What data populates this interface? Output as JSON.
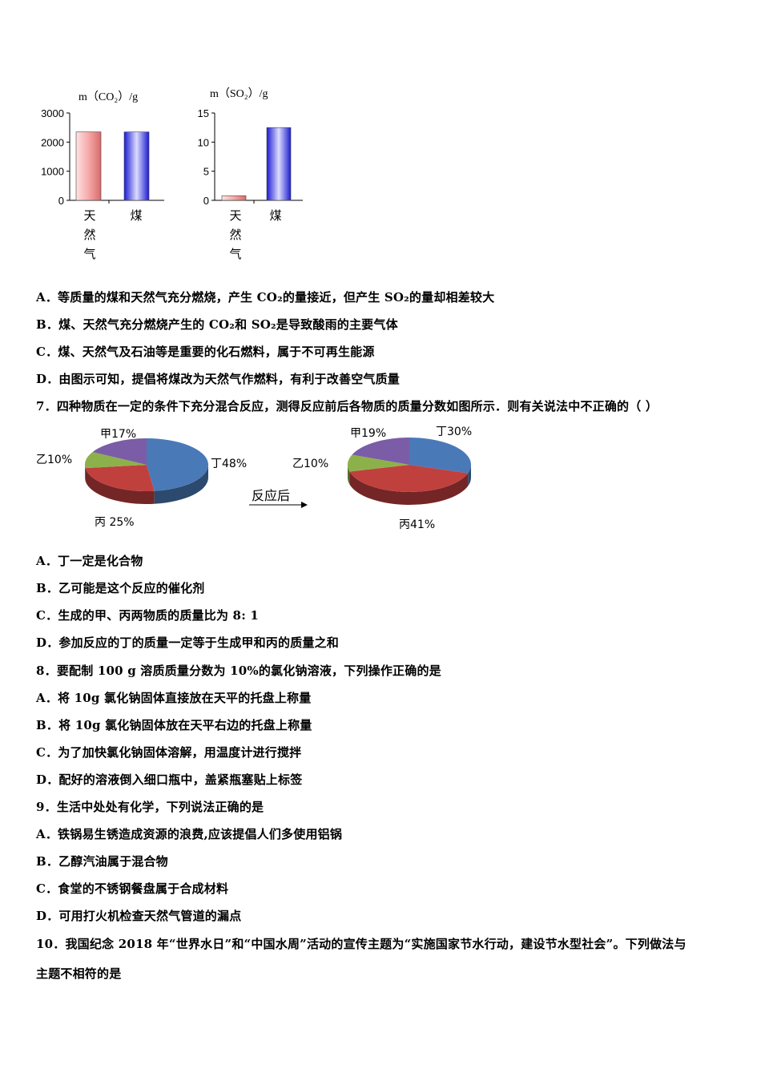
{
  "chart_data": [
    {
      "type": "bar",
      "ylabel": "m（CO₂）/g",
      "ylim": [
        0,
        3000
      ],
      "yticks": [
        "3000",
        "2000",
        "1000",
        "0"
      ],
      "categories": [
        "天然气",
        "煤"
      ],
      "values": [
        2350,
        2350
      ],
      "colors": [
        "#f4b3b3",
        "#3a3ae0"
      ]
    },
    {
      "type": "bar",
      "ylabel": "m（SO₂）/g",
      "ylim": [
        0,
        15
      ],
      "yticks": [
        "15",
        "10",
        "5",
        "0"
      ],
      "categories": [
        "天然气",
        "煤"
      ],
      "values": [
        0.8,
        12.5
      ],
      "colors": [
        "#f4b3b3",
        "#3a3ae0"
      ]
    },
    {
      "type": "pie",
      "title": "",
      "slices": [
        {
          "name": "甲",
          "value": 17,
          "label": "甲17%",
          "color": "#7a5da6"
        },
        {
          "name": "乙",
          "value": 10,
          "label": "乙10%",
          "color": "#8db14a"
        },
        {
          "name": "丙",
          "value": 25,
          "label": "丙 25%",
          "color": "#c0403e"
        },
        {
          "name": "丁",
          "value": 48,
          "label": "丁48%",
          "color": "#4a79b8"
        }
      ]
    },
    {
      "type": "pie",
      "title": "",
      "slices": [
        {
          "name": "甲",
          "value": 19,
          "label": "甲19%",
          "color": "#7a5da6"
        },
        {
          "name": "乙",
          "value": 10,
          "label": "乙10%",
          "color": "#8db14a"
        },
        {
          "name": "丙",
          "value": 41,
          "label": "丙41%",
          "color": "#c0403e"
        },
        {
          "name": "丁",
          "value": 30,
          "label": "丁30%",
          "color": "#4a79b8"
        }
      ]
    }
  ],
  "arrow_label": "反应后",
  "lines": [
    "A．等质量的煤和天然气充分燃烧，产生 CO₂的量接近，但产生 SO₂的量却相差较大",
    "B．煤、天然气充分燃烧产生的 CO₂和 SO₂是导致酸雨的主要气体",
    "C．煤、天然气及石油等是重要的化石燃料，属于不可再生能源",
    "D．由图示可知，提倡将煤改为天然气作燃料，有利于改善空气质量",
    "7．四种物质在一定的条件下充分混合反应，测得反应前后各物质的质量分数如图所示．则有关说法中不正确的（ ）",
    "A．丁一定是化合物",
    "B．乙可能是这个反应的催化剂",
    "C．生成的甲、丙两物质的质量比为 8: 1",
    "D．参加反应的丁的质量一定等于生成甲和丙的质量之和",
    "8．要配制 100 g 溶质质量分数为 10%的氯化钠溶液，下列操作正确的是",
    "A．将 10g 氯化钠固体直接放在天平的托盘上称量",
    "B．将 10g 氯化钠固体放在天平右边的托盘上称量",
    "C．为了加快氯化钠固体溶解，用温度计进行搅拌",
    "D．配好的溶液倒入细口瓶中，盖紧瓶塞贴上标签",
    "9．生活中处处有化学，下列说法正确的是",
    "A．铁锅易生锈造成资源的浪费,应该提倡人们多使用铝锅",
    "B．乙醇汽油属于混合物",
    "C．食堂的不锈钢餐盘属于合成材料",
    "D．可用打火机检查天然气管道的漏点",
    "10．我国纪念 2018 年“世界水日”和“中国水周”活动的宣传主题为“实施国家节水行动，建设节水型社会”。下列做法与",
    "主题不相符的是"
  ]
}
